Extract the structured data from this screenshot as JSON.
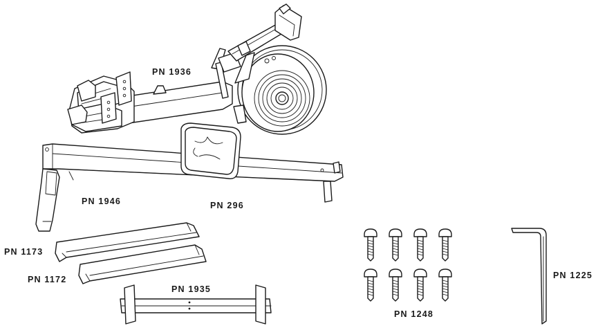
{
  "parts": [
    {
      "id": "flywheel-assembly",
      "label": "PN 1936"
    },
    {
      "id": "monorail",
      "label": "PN 1946"
    },
    {
      "id": "seat",
      "label": "PN 296"
    },
    {
      "id": "front-leg-right",
      "label": "PN 1173"
    },
    {
      "id": "front-leg-left",
      "label": "PN 1172"
    },
    {
      "id": "front-crossbar",
      "label": "PN 1935"
    },
    {
      "id": "screws",
      "label": "PN 1248",
      "quantity": 8
    },
    {
      "id": "hex-key",
      "label": "PN 1225"
    }
  ]
}
